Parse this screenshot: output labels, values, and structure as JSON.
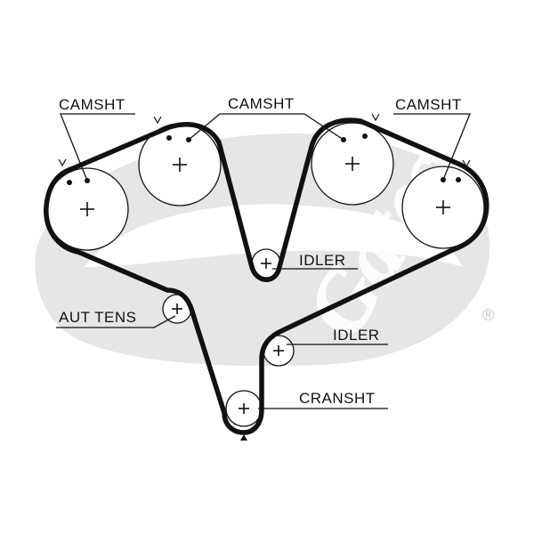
{
  "brand": {
    "logo_text": "Gates",
    "registered_mark": "®",
    "watermark_color": "#e4e4e4"
  },
  "labels": {
    "camshaft_left": "CAMSHT",
    "camshaft_center": "CAMSHT",
    "camshaft_right": "CAMSHT",
    "idler_upper": "IDLER",
    "idler_lower": "IDLER",
    "auto_tensioner": "AUT TENS",
    "crankshaft": "CRANSHT"
  },
  "colors": {
    "ink": "#111111",
    "background": "#ffffff"
  }
}
